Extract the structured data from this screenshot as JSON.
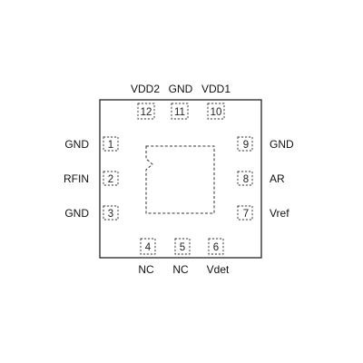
{
  "package": {
    "pins": {
      "p1": {
        "number": "1",
        "label": "GND"
      },
      "p2": {
        "number": "2",
        "label": "RFIN"
      },
      "p3": {
        "number": "3",
        "label": "GND"
      },
      "p4": {
        "number": "4",
        "label": "NC"
      },
      "p5": {
        "number": "5",
        "label": "NC"
      },
      "p6": {
        "number": "6",
        "label": "Vdet"
      },
      "p7": {
        "number": "7",
        "label": "Vref"
      },
      "p8": {
        "number": "8",
        "label": "AR"
      },
      "p9": {
        "number": "9",
        "label": "GND"
      },
      "p10": {
        "number": "10",
        "label": "VDD1"
      },
      "p11": {
        "number": "11",
        "label": "GND"
      },
      "p12": {
        "number": "12",
        "label": "VDD2"
      }
    }
  }
}
